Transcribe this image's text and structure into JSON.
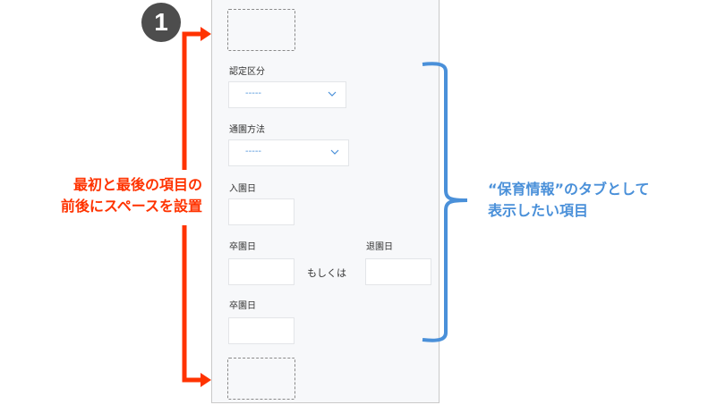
{
  "step_badge": "1",
  "form": {
    "fields": [
      {
        "label": "認定区分",
        "type": "select",
        "value": "-----"
      },
      {
        "label": "通園方法",
        "type": "select",
        "value": "-----"
      },
      {
        "label": "入園日",
        "type": "date",
        "value": ""
      },
      {
        "label": "卒園日",
        "type": "date",
        "value": ""
      },
      {
        "label": "退園日",
        "type": "date",
        "value": ""
      },
      {
        "label": "卒園日",
        "type": "date",
        "value": ""
      }
    ],
    "or_text": "もしくは"
  },
  "annotations": {
    "left_note": [
      "最初と最後の項目の",
      "前後にスペースを設置"
    ],
    "right_note": [
      "“保育情報”のタブとして",
      "表示したい項目"
    ],
    "colors": {
      "red": "#ff3300",
      "blue": "#4a90d9",
      "badge": "#4d4d4d"
    }
  }
}
